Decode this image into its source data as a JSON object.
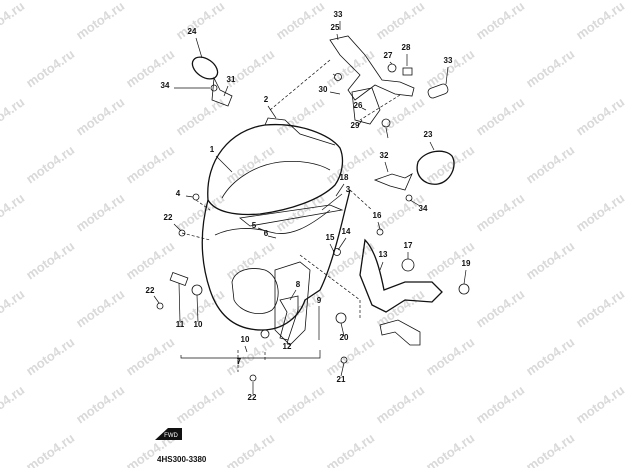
{
  "watermark": "moto4.ru",
  "diagram_code": "4HS300-3380",
  "front_mark": "FWD",
  "parts": [
    "1",
    "2",
    "3",
    "4",
    "5",
    "6",
    "7",
    "8",
    "9",
    "10",
    "11",
    "12",
    "13",
    "14",
    "15",
    "16",
    "17",
    "18",
    "19",
    "20",
    "21",
    "22",
    "23",
    "24",
    "25",
    "26",
    "27",
    "28",
    "29",
    "30",
    "31",
    "32",
    "33",
    "34"
  ]
}
